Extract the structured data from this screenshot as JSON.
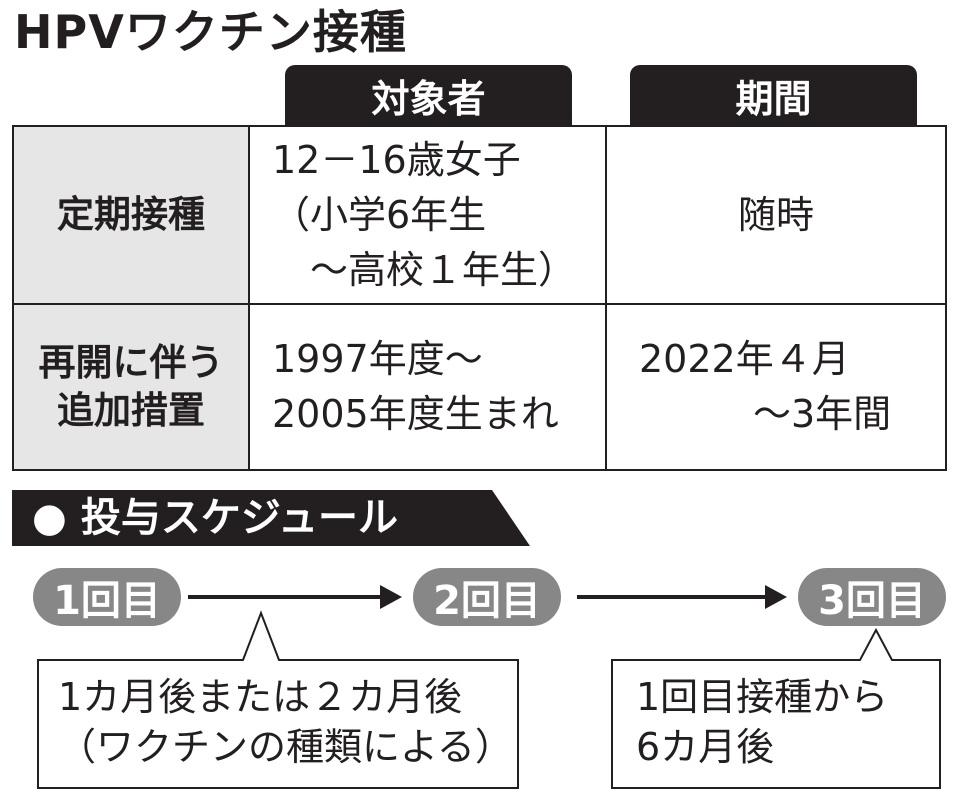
{
  "title": "HPVワクチン接種",
  "table": {
    "headers": [
      "対象者",
      "期間"
    ],
    "rows": [
      {
        "label": "定期接種",
        "target": "12－16歳女子\n（小学6年生\n　～高校１年生）",
        "period": "随時"
      },
      {
        "label": "再開に伴う\n追加措置",
        "target": "1997年度～\n2005年度生まれ",
        "period": "2022年４月\n　　　～3年間"
      }
    ]
  },
  "schedule": {
    "heading": "● 投与スケジュール",
    "doses": [
      "1回目",
      "2回目",
      "3回目"
    ],
    "notes": [
      "1カ月後または２カ月後\n（ワクチンの種類による）",
      "1回目接種から\n6カ月後"
    ]
  },
  "colors": {
    "dark": "#231f20",
    "pill": "#878787",
    "rowhead": "#e6e6e6"
  }
}
